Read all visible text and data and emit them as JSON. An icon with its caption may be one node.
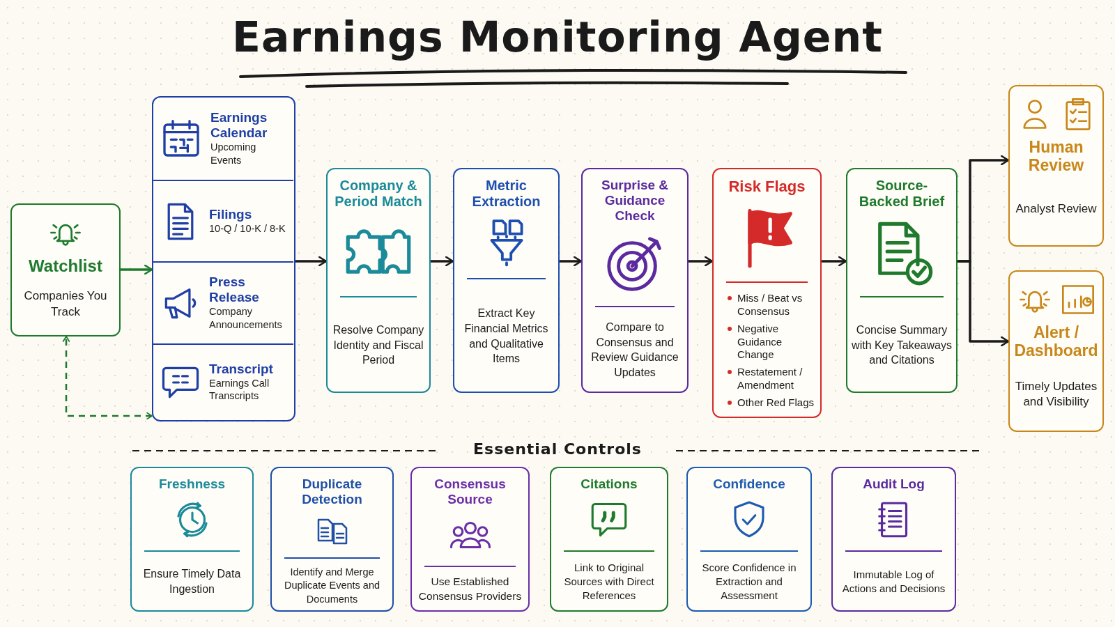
{
  "diagram": {
    "title": "Earnings Monitoring Agent",
    "nodes": [
      {
        "text": [
          "Watchlist",
          "Companies You Track"
        ]
      },
      {
        "text": [],
        "shape": "box"
      },
      {
        "text": [
          "Earnings Calendar",
          "Upcoming Events"
        ],
        "in": 1
      },
      {
        "text": [
          "Filings",
          "10-Q / 10-K / 8-K"
        ],
        "in": 1
      },
      {
        "text": [
          "Press Release",
          "Company Announcements"
        ],
        "in": 1
      },
      {
        "text": [
          "Transcript",
          "Earnings Call Transcripts"
        ],
        "in": 1
      },
      {
        "text": [
          "Company & Period Match",
          "Resolve Company Identity and Fiscal Period"
        ]
      },
      {
        "text": [
          "Metric Extraction",
          "Extract Key Financial Metrics and Qualitative Items"
        ]
      },
      {
        "text": [
          "Surprise & Guidance Check",
          "Compare to Consensus and Review Guidance Updates"
        ]
      },
      {
        "text": [
          "Risk Flags",
          "Miss / Beat vs Consensus",
          "Negative Guidance Change",
          "Restatement / Amendment",
          "Other Red Flags"
        ]
      },
      {
        "text": [
          "Source-Backed Brief",
          "Concise Summary with Key Takeaways and Citations"
        ]
      },
      {
        "text": [
          "Human Review",
          "Analyst Review"
        ]
      },
      {
        "text": [
          "Alert / Dashboard",
          "Timely Updates and Visibility"
        ]
      },
      {
        "text": [
          "Freshness",
          "Ensure Timely Data Ingestion"
        ]
      },
      {
        "text": [
          "Duplicate Detection",
          "Identify and Merge Duplicate Events and Documents"
        ]
      },
      {
        "text": [
          "Consensus Source",
          "Use Established Consensus Providers"
        ]
      },
      {
        "text": [
          "Citations",
          "Link to Original Sources with Direct References"
        ]
      },
      {
        "text": [
          "Confidence",
          "Score Confidence in Extraction and Assessment"
        ]
      },
      {
        "text": [
          "Audit Log",
          "Immutable Log of Actions and Decisions"
        ]
      }
    ],
    "edges": [
      {
        "from": 0,
        "to": 1,
        "arrow": "to",
        "color": "#1e7a2e"
      },
      {
        "from": 1,
        "to": 6,
        "arrow": "to"
      },
      {
        "from": 6,
        "to": 7,
        "arrow": "to"
      },
      {
        "from": 7,
        "to": 8,
        "arrow": "to"
      },
      {
        "from": 8,
        "to": 9,
        "arrow": "to"
      },
      {
        "from": 9,
        "to": 10,
        "arrow": "to"
      },
      {
        "from": 10,
        "to": 11,
        "arrow": "to"
      },
      {
        "from": 10,
        "to": 12,
        "arrow": "to"
      },
      {
        "from": 1,
        "to": 0,
        "arrow": "both",
        "style": "dashed",
        "color": "#1e7a2e"
      }
    ],
    "labels": [
      "Essential Controls"
    ]
  }
}
